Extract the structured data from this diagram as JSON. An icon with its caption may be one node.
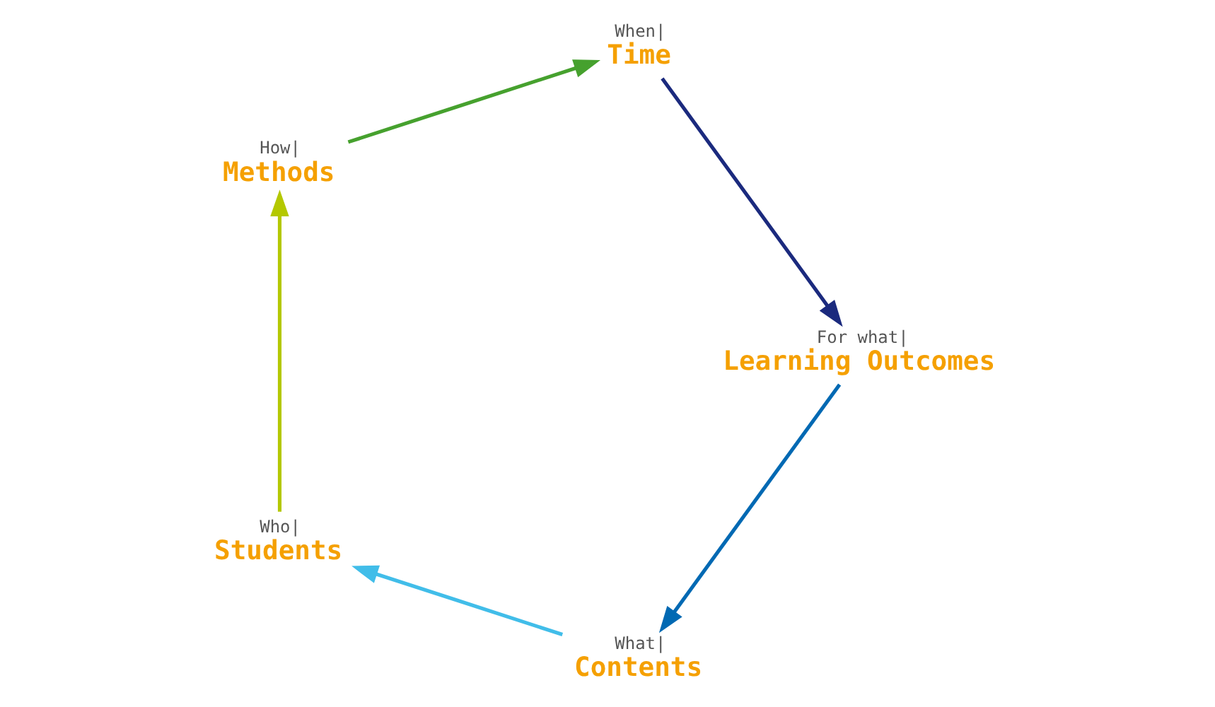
{
  "diagram": {
    "nodes": [
      {
        "text": [
          "What|",
          "Contents"
        ]
      },
      {
        "text": [
          "Who|",
          "Students"
        ]
      },
      {
        "text": [
          "How|",
          "Methods"
        ]
      },
      {
        "text": [
          "When|",
          "Time"
        ]
      },
      {
        "text": [
          "For what|",
          "Learning Outcomes"
        ]
      }
    ],
    "edges": [
      {
        "from": 0,
        "to": 1,
        "arrow": "to",
        "color": "#41bde9"
      },
      {
        "from": 1,
        "to": 2,
        "arrow": "to",
        "color": "#b4c800"
      },
      {
        "from": 2,
        "to": 3,
        "arrow": "to",
        "color": "#46a12e"
      },
      {
        "from": 3,
        "to": 4,
        "arrow": "to",
        "color": "#1b2a7e"
      },
      {
        "from": 4,
        "to": 0,
        "arrow": "to",
        "color": "#0069b3"
      }
    ]
  }
}
